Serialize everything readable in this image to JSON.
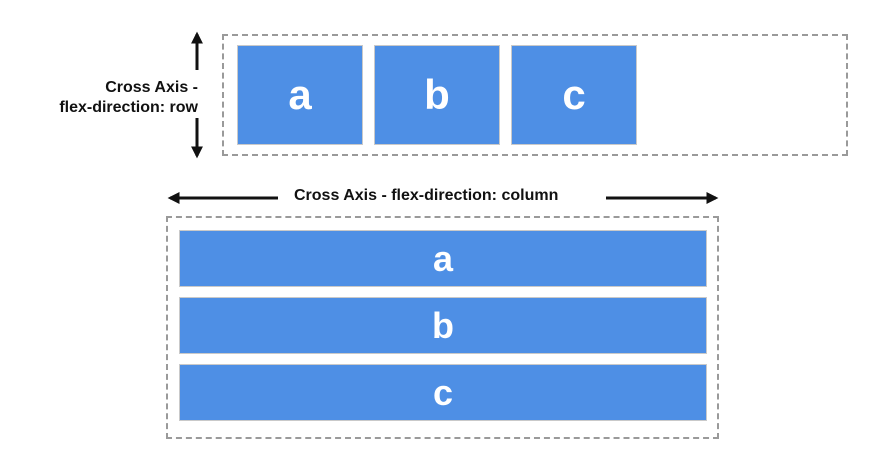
{
  "colors": {
    "item_fill": "#4e8fe5",
    "container_border": "#9a9a9a",
    "text": "#111111"
  },
  "row_diagram": {
    "label_line1": "Cross Axis -",
    "label_line2": "flex-direction: row",
    "items": [
      "a",
      "b",
      "c"
    ]
  },
  "column_diagram": {
    "label": "Cross Axis - flex-direction: column",
    "items": [
      "a",
      "b",
      "c"
    ]
  }
}
